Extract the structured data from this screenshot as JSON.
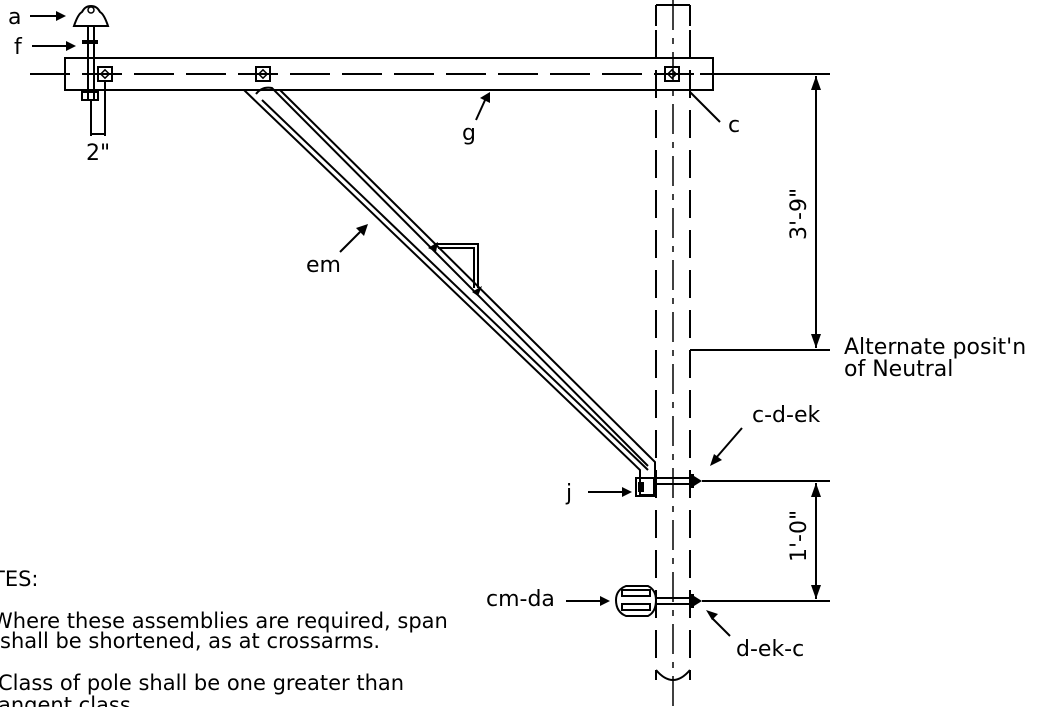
{
  "labels": {
    "a": "a",
    "f": "f",
    "two_inch": "2\"",
    "g": "g",
    "c": "c",
    "em": "em",
    "j": "j",
    "c_d_ek": "c-d-ek",
    "cm_da": "cm-da",
    "d_ek_c": "d-ek-c",
    "dim_3_9": "3'-9\"",
    "dim_1_0": "1'-0\"",
    "alternate_1": "Alternate posit'n",
    "alternate_2": "of Neutral"
  },
  "notes": {
    "heading": "TES:",
    "note1_line1": "Where these assemblies are required, span",
    "note1_line2": "shall be shortened, as at crossarms.",
    "note2_line1": "Class of pole shall be one greater than",
    "note2_line2": "angent class."
  }
}
